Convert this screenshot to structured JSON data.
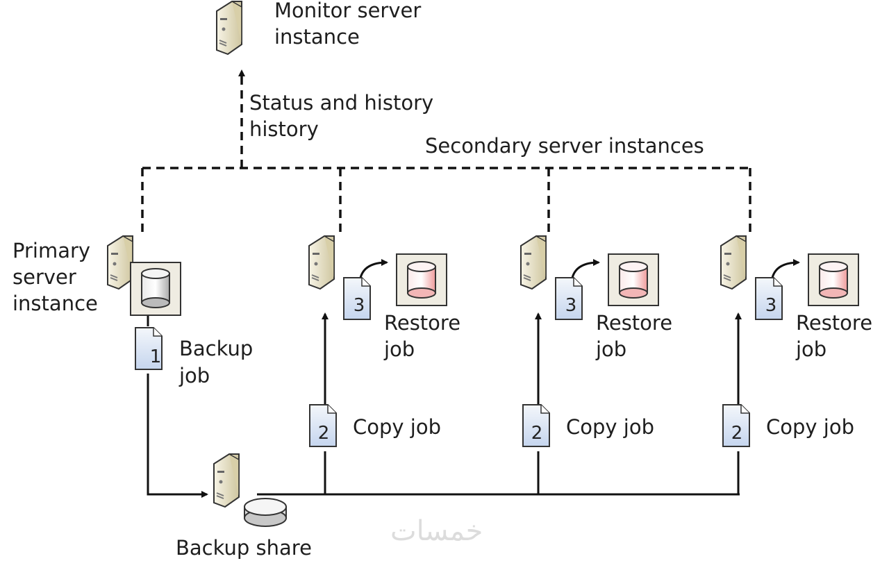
{
  "monitor": {
    "label_line1": "Monitor server",
    "label_line2": "instance"
  },
  "status_link": {
    "label_line1": "Status and history",
    "label_line2": "history"
  },
  "secondary_group": {
    "label": "Secondary server instances"
  },
  "primary": {
    "label_line1": "Primary",
    "label_line2": "server",
    "label_line3": "instance"
  },
  "backup_job": {
    "number": "1",
    "label_line1": "Backup",
    "label_line2": "job"
  },
  "backup_share": {
    "label": "Backup share"
  },
  "secondaries": [
    {
      "restore_number": "3",
      "restore_line1": "Restore",
      "restore_line2": "job",
      "copy_number": "2",
      "copy_label": "Copy job"
    },
    {
      "restore_number": "3",
      "restore_line1": "Restore",
      "restore_line2": "job",
      "copy_number": "2",
      "copy_label": "Copy job"
    },
    {
      "restore_number": "3",
      "restore_line1": "Restore",
      "restore_line2": "job",
      "copy_number": "2",
      "copy_label": "Copy job"
    }
  ],
  "watermark": "خمسات",
  "colors": {
    "server_body": "#e9e3c8",
    "document_fill": "#d6e2f3",
    "db_secondary": "#f2a6a6",
    "db_primary": "#d9d9d9",
    "box_fill": "#efece2"
  }
}
